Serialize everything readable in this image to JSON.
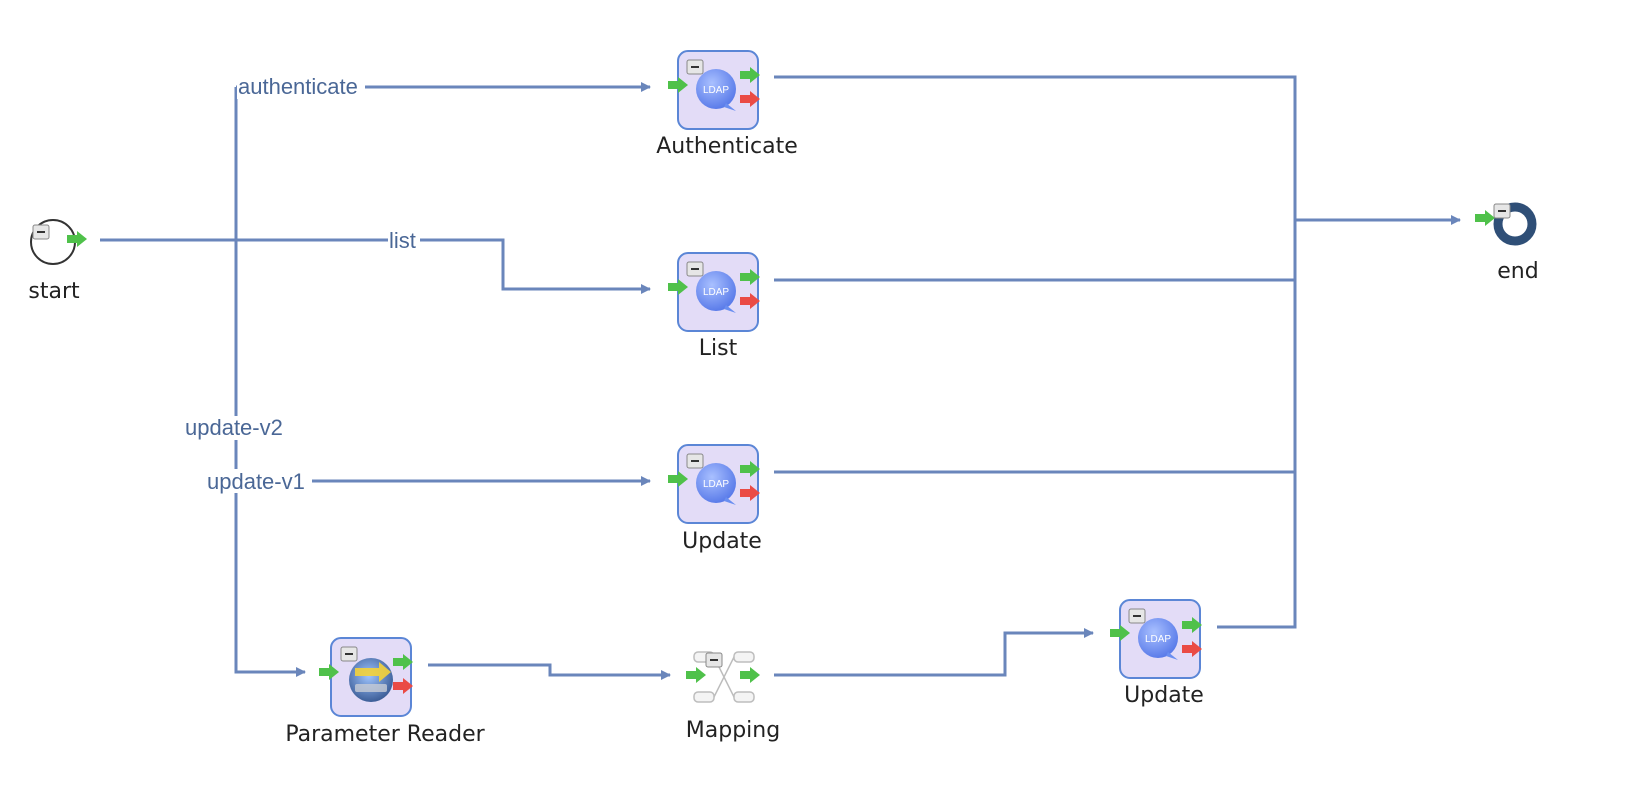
{
  "colors": {
    "edge": "#6a86bb",
    "edge_label": "#4a6796",
    "node_fill": "#e3dcf7",
    "node_border": "#5b86d6",
    "ldap_badge": "#6a8ef0",
    "arrow_ok": "#4fc14a",
    "arrow_error": "#ea4b45",
    "end_ring": "#2f4f77",
    "node_text": "#222222"
  },
  "nodes": {
    "start": {
      "label": "start",
      "icon": "start-event-icon"
    },
    "authenticate": {
      "label": "Authenticate",
      "badge": "LDAP",
      "icon": "ldap-icon"
    },
    "list": {
      "label": "List",
      "badge": "LDAP",
      "icon": "ldap-icon"
    },
    "update_v1": {
      "label": "Update",
      "badge": "LDAP",
      "icon": "ldap-icon"
    },
    "parameter_reader": {
      "label": "Parameter Reader",
      "icon": "parameter-reader-icon"
    },
    "mapping": {
      "label": "Mapping",
      "icon": "mapping-icon"
    },
    "update_v2": {
      "label": "Update",
      "badge": "LDAP",
      "icon": "ldap-icon"
    },
    "end": {
      "label": "end",
      "icon": "end-event-icon"
    }
  },
  "edge_labels": {
    "authenticate": "authenticate",
    "list": "list",
    "update_v2": "update-v2",
    "update_v1": "update-v1"
  }
}
